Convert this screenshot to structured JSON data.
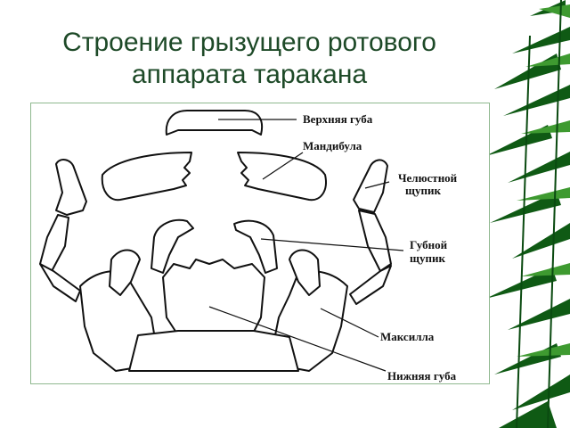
{
  "title_line1": "Строение грызущего ротового",
  "title_line2": "аппарата таракана",
  "labels": {
    "upper_lip": "Верхняя губа",
    "mandible": "Мандибула",
    "maxillary_palp_1": "Челюстной",
    "maxillary_palp_2": "щупик",
    "labial_palp_1": "Губной",
    "labial_palp_2": "щупик",
    "maxilla": "Максилла",
    "lower_lip": "Нижняя губа"
  },
  "colors": {
    "title": "#1e4a28",
    "frame": "#8fb88f",
    "bamboo_dark": "#0f5a14",
    "bamboo_light": "#3e9a30"
  },
  "decoration": "bamboo-leaves"
}
